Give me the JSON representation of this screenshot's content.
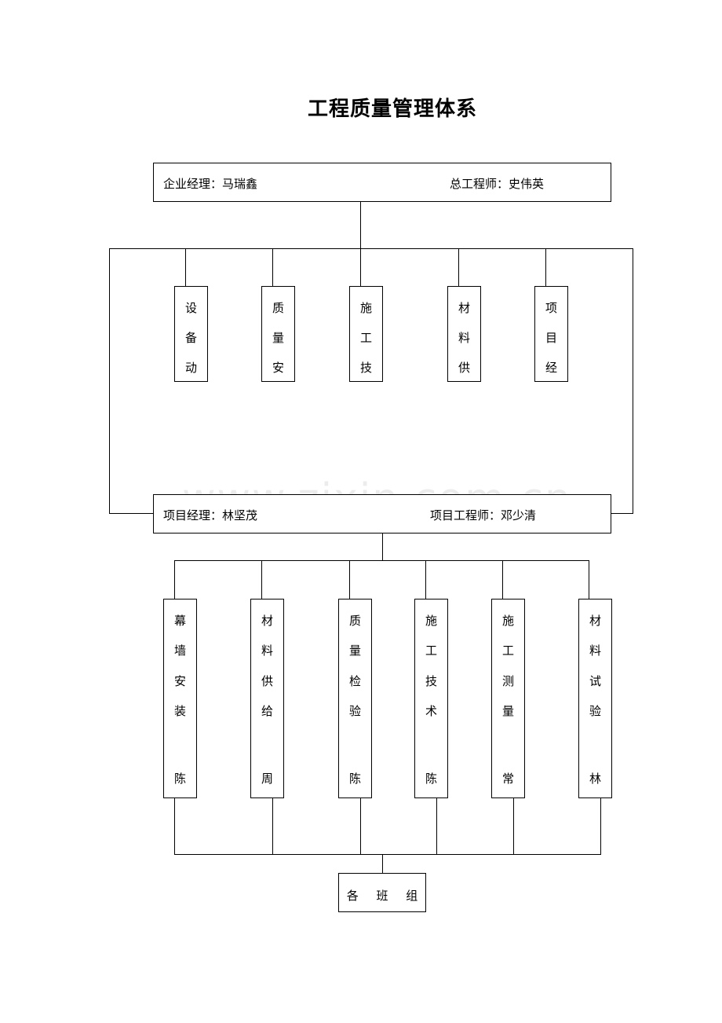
{
  "title": "工程质量管理体系",
  "top": {
    "left_label": "企业经理：马瑞鑫",
    "right_label": "总工程师：史伟英"
  },
  "top_depts": [
    {
      "chars": [
        "设",
        "备",
        "动"
      ]
    },
    {
      "chars": [
        "质",
        "量",
        "安"
      ]
    },
    {
      "chars": [
        "施",
        "工",
        "技"
      ]
    },
    {
      "chars": [
        "材",
        "料",
        "供"
      ]
    },
    {
      "chars": [
        "项",
        "目",
        "经"
      ]
    }
  ],
  "project": {
    "left_label": "项目经理：林坚茂",
    "right_label": "项目工程师：邓少清"
  },
  "bottom_depts": [
    {
      "chars": [
        "幕",
        "墙",
        "安",
        "装"
      ],
      "person": "陈"
    },
    {
      "chars": [
        "材",
        "料",
        "供",
        "给"
      ],
      "person": "周"
    },
    {
      "chars": [
        "质",
        "量",
        "检",
        "验"
      ],
      "person": "陈"
    },
    {
      "chars": [
        "施",
        "工",
        "技",
        "术"
      ],
      "person": "陈"
    },
    {
      "chars": [
        "施",
        "工",
        "测",
        "量"
      ],
      "person": "常"
    },
    {
      "chars": [
        "材",
        "料",
        "试",
        "验"
      ],
      "person": "林"
    }
  ],
  "teams": {
    "label": "各 班 组"
  },
  "watermark": "www.zixin.com.cn"
}
